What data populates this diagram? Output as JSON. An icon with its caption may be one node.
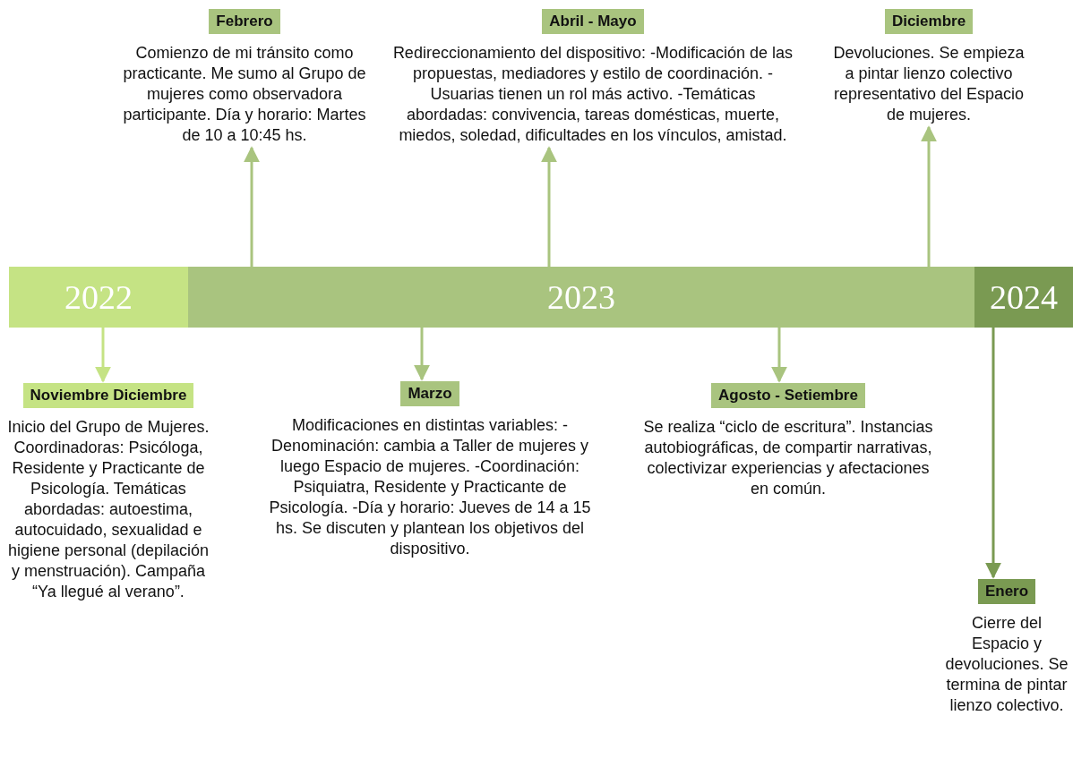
{
  "diagram": {
    "nodes": [
      {
        "text": [
          "Febrero",
          "Comienzo de mi tránsito como practicante. Me sumo al Grupo de mujeres como observadora participante. Día y horario: Martes de 10 a 10:45 hs."
        ]
      },
      {
        "text": [
          "Abril - Mayo",
          "Redireccionamiento del dispositivo: -Modificación de las propuestas, mediadores y estilo de coordinación. -Usuarias tienen un rol más activo. -Temáticas abordadas: convivencia, tareas domésticas, muerte, miedos, soledad, dificultades en los vínculos, amistad."
        ]
      },
      {
        "text": [
          "Diciembre",
          "Devoluciones. Se empieza a pintar lienzo colectivo representativo del Espacio de mujeres."
        ]
      },
      {
        "text": [
          "2022"
        ]
      },
      {
        "text": [
          "2023"
        ]
      },
      {
        "text": [
          "2024"
        ]
      },
      {
        "text": [
          "Noviembre Diciembre",
          "Inicio del Grupo de Mujeres. Coordinadoras: Psicóloga, Residente y Practicante de Psicología. Temáticas abordadas: autoestima, autocuidado, sexualidad e higiene personal (depilación y menstruación). Campaña “Ya llegué al verano”."
        ]
      },
      {
        "text": [
          "Marzo",
          "Modificaciones en distintas variables: -Denominación: cambia a Taller de mujeres y luego Espacio de mujeres. -Coordinación: Psiquiatra, Residente y Practicante de Psicología. -Día y horario: Jueves de 14 a 15 hs. Se discuten y plantean los objetivos del dispositivo."
        ]
      },
      {
        "text": [
          "Agosto - Setiembre",
          "Se realiza “ciclo de escritura”. Instancias autobiográficas, de compartir narrativas, colectivizar experiencias y afectaciones en común."
        ]
      },
      {
        "text": [
          "Enero",
          "Cierre del Espacio y devoluciones. Se termina de pintar lienzo colectivo."
        ]
      }
    ],
    "edges": [
      {
        "from": 4,
        "to": 0,
        "arrow": "to"
      },
      {
        "from": 4,
        "to": 1,
        "arrow": "to"
      },
      {
        "from": 4,
        "to": 2,
        "arrow": "to"
      },
      {
        "from": 3,
        "to": 6,
        "arrow": "to",
        "color": "#c5e384"
      },
      {
        "from": 4,
        "to": 7,
        "arrow": "to"
      },
      {
        "from": 4,
        "to": 8,
        "arrow": "to"
      },
      {
        "from": 5,
        "to": 9,
        "arrow": "to",
        "color": "#7a9a52"
      }
    ]
  }
}
